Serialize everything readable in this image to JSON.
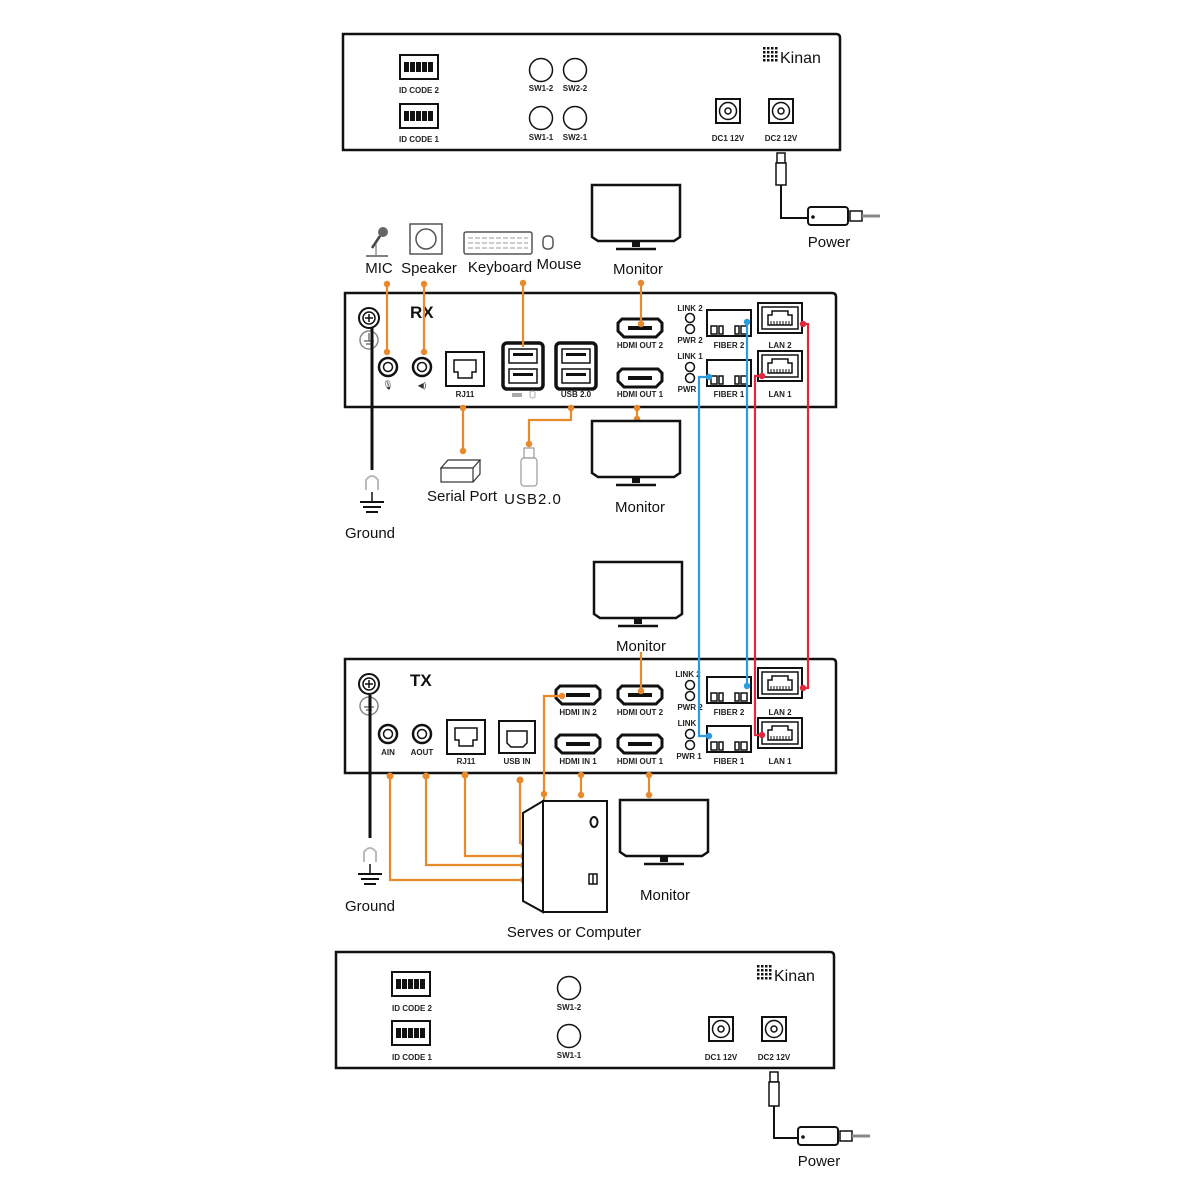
{
  "brand": "Kinan",
  "top_panel": {
    "id_code_2": "ID CODE 2",
    "id_code_1": "ID CODE 1",
    "sw1_2": "SW1-2",
    "sw2_2": "SW2-2",
    "sw1_1": "SW1-1",
    "sw2_1": "SW2-1",
    "dc1": "DC1 12V",
    "dc2": "DC2 12V",
    "power_label": "Power"
  },
  "rx": {
    "title": "RX",
    "rj11": "RJ11",
    "usb20": "USB 2.0",
    "hdmi_out_2": "HDMI OUT 2",
    "hdmi_out_1": "HDMI OUT 1",
    "link2": "LINK 2",
    "pwr2": "PWR 2",
    "link1": "LINK 1",
    "pwr1": "PWR",
    "fiber2": "FIBER 2",
    "fiber1": "FIBER 1",
    "lan2": "LAN 2",
    "lan1": "LAN 1",
    "devices": {
      "mic": "MIC",
      "speaker": "Speaker",
      "keyboard": "Keyboard",
      "mouse": "Mouse",
      "monitor_top": "Monitor",
      "serial_port": "Serial Port",
      "usb_drive": "USB2.0",
      "monitor_bottom": "Monitor",
      "ground": "Ground"
    }
  },
  "tx": {
    "title": "TX",
    "ain": "AIN",
    "aout": "AOUT",
    "rj11": "RJ11",
    "usb_in": "USB IN",
    "hdmi_in_2": "HDMI IN 2",
    "hdmi_in_1": "HDMI IN 1",
    "hdmi_out_2": "HDMI OUT 2",
    "hdmi_out_1": "HDMI OUT 1",
    "link2": "LINK 2",
    "pwr2": "PWR 2",
    "link1": "LINK",
    "pwr1": "PWR 1",
    "fiber2": "FIBER 2",
    "fiber1": "FIBER 1",
    "lan2": "LAN 2",
    "lan1": "LAN 1",
    "devices": {
      "monitor_top": "Monitor",
      "monitor_right": "Monitor",
      "computer": "Serves or Computer",
      "ground": "Ground"
    }
  },
  "bottom_panel": {
    "id_code_2": "ID CODE 2",
    "id_code_1": "ID CODE 1",
    "sw1_2": "SW1-2",
    "sw1_1": "SW1-1",
    "dc1": "DC1 12V",
    "dc2": "DC2 12V",
    "power_label": "Power"
  },
  "colors": {
    "av_cable": "#e8892a",
    "fiber_cable": "#2a9be0",
    "lan_cable": "#e0283a"
  }
}
